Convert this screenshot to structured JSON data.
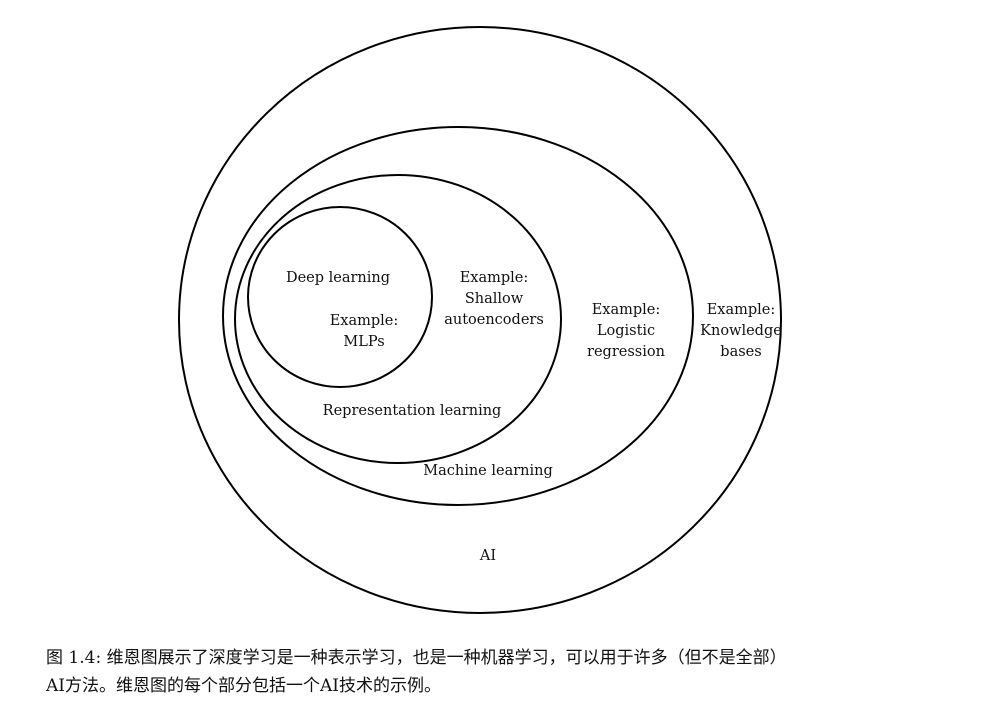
{
  "diagram": {
    "sets": [
      {
        "name": "AI",
        "label": "AI",
        "example": [
          "Example:",
          "Knowledge",
          "bases"
        ]
      },
      {
        "name": "Machine learning",
        "label": "Machine learning",
        "example": [
          "Example:",
          "Logistic",
          "regression"
        ]
      },
      {
        "name": "Representation learning",
        "label": "Representation learning",
        "example": [
          "Example:",
          "Shallow",
          "autoencoders"
        ]
      },
      {
        "name": "Deep learning",
        "label": "Deep learning",
        "example": [
          "Example:",
          "MLPs"
        ]
      }
    ]
  },
  "caption": {
    "line1": "图 1.4: 维恩图展示了深度学习是一种表示学习，也是一种机器学习，可以用于许多（但不是全部）",
    "line2": "AI方法。维恩图的每个部分包括一个AI技术的示例。"
  }
}
